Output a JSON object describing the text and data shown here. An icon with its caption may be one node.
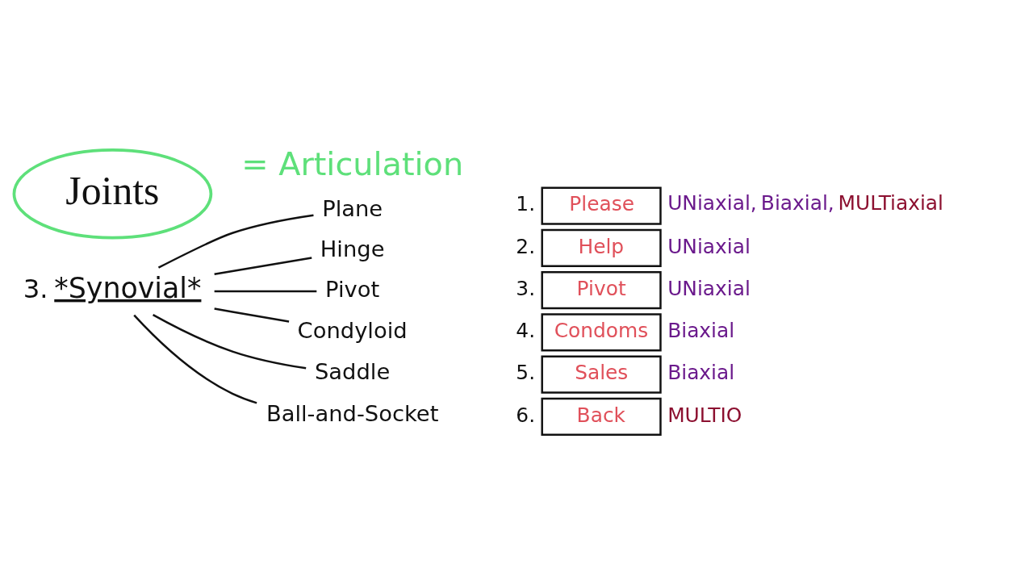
{
  "diagram": {
    "nodes": [
      {
        "text": [
          "Joints"
        ],
        "beside": [
          "= Articulation"
        ]
      },
      {
        "text": [
          "*Synovial*"
        ],
        "beside": [
          "3."
        ]
      },
      {
        "text": [
          "Plane"
        ]
      },
      {
        "text": [
          "Hinge"
        ]
      },
      {
        "text": [
          "Pivot"
        ]
      },
      {
        "text": [
          "Condyloid"
        ]
      },
      {
        "text": [
          "Saddle"
        ]
      },
      {
        "text": [
          "Ball-and-Socket"
        ]
      },
      {
        "text": [
          "Please"
        ],
        "beside": [
          "1.",
          "UNiaxial,",
          "Biaxial,",
          "MULTiaxial"
        ]
      },
      {
        "text": [
          "Help"
        ],
        "beside": [
          "2.",
          "UNiaxial"
        ]
      },
      {
        "text": [
          "Pivot"
        ],
        "beside": [
          "3.",
          "UNiaxial"
        ]
      },
      {
        "text": [
          "Condoms"
        ],
        "beside": [
          "4.",
          "Biaxial"
        ]
      },
      {
        "text": [
          "Sales"
        ],
        "beside": [
          "5.",
          "Biaxial"
        ]
      },
      {
        "text": [
          "Back"
        ],
        "beside": [
          "6.",
          "MULTIO"
        ]
      }
    ],
    "edges": [
      {
        "from": 1,
        "to": 2,
        "arrow": "none"
      },
      {
        "from": 1,
        "to": 3,
        "arrow": "none"
      },
      {
        "from": 1,
        "to": 4,
        "arrow": "none"
      },
      {
        "from": 1,
        "to": 5,
        "arrow": "none"
      },
      {
        "from": 1,
        "to": 6,
        "arrow": "none"
      },
      {
        "from": 1,
        "to": 7,
        "arrow": "none"
      }
    ]
  }
}
